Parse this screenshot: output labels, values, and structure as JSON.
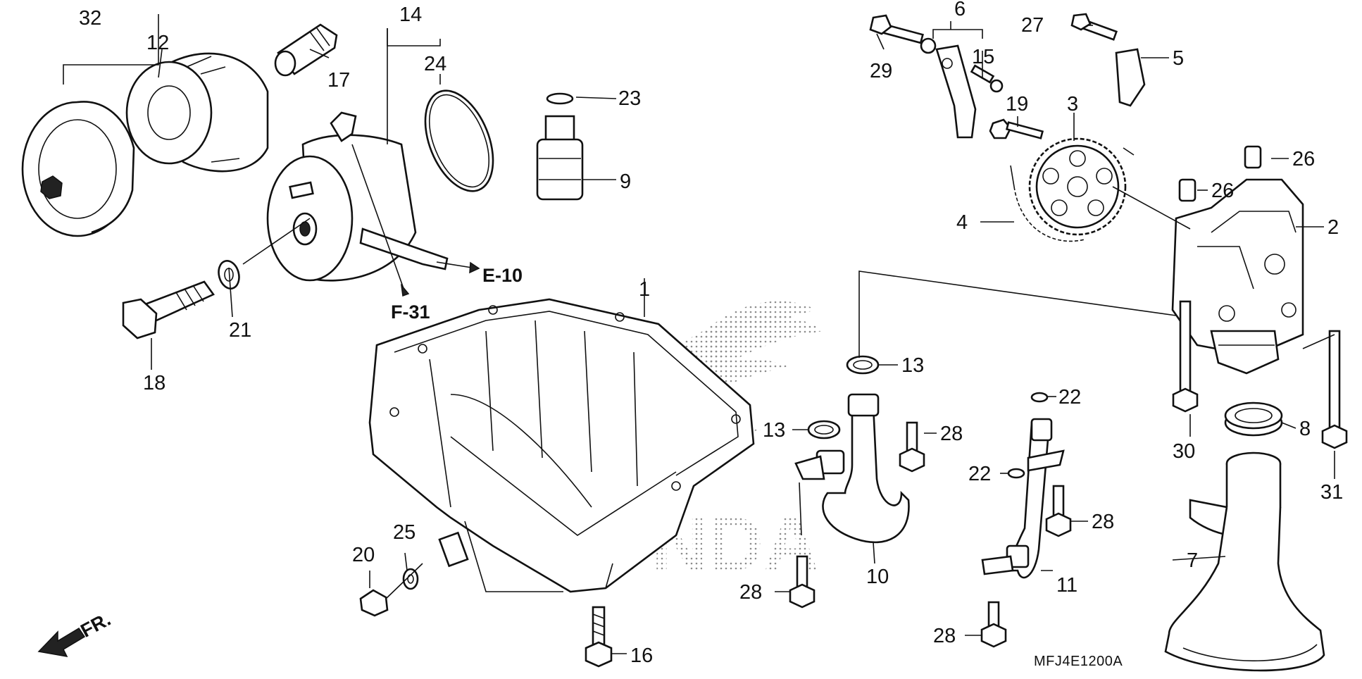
{
  "labels": {
    "p1": "1",
    "p2": "2",
    "p3": "3",
    "p4": "4",
    "p5": "5",
    "p6": "6",
    "p7": "7",
    "p8": "8",
    "p9": "9",
    "p10": "10",
    "p11": "11",
    "p12": "12",
    "p13a": "13",
    "p13b": "13",
    "p14": "14",
    "p15": "15",
    "p16": "16",
    "p17": "17",
    "p18": "18",
    "p19": "19",
    "p20": "20",
    "p21": "21",
    "p22a": "22",
    "p22b": "22",
    "p23": "23",
    "p24": "24",
    "p25": "25",
    "p26a": "26",
    "p26b": "26",
    "p27": "27",
    "p28a": "28",
    "p28b": "28",
    "p28c": "28",
    "p28d": "28",
    "p29": "29",
    "p30": "30",
    "p31": "31",
    "p32": "32"
  },
  "references": {
    "e10": "E-10",
    "f31": "F-31",
    "front": "FR."
  },
  "diagram_code": "MFJ4E1200A"
}
